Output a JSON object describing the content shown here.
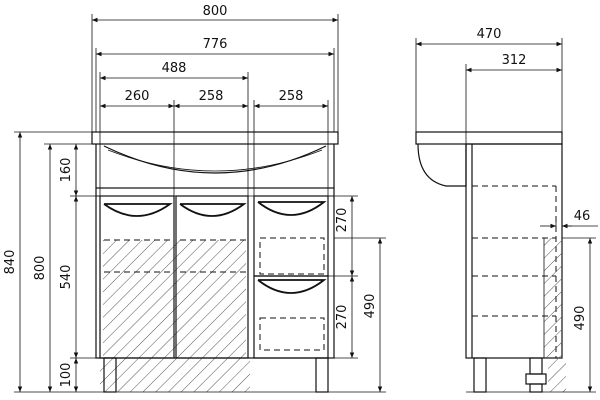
{
  "front_view": {
    "width_total": "800",
    "width_basin": "776",
    "width_doors": "488",
    "width_left_door": "260",
    "width_mid_door": "258",
    "width_right_drawers": "258",
    "height_total": "840",
    "height_body": "800",
    "height_top": "160",
    "height_doors": "540",
    "height_legs": "100",
    "height_upper_drawer": "270",
    "height_lower_drawer": "270",
    "height_floor_to_drawer": "490"
  },
  "side_view": {
    "depth_total": "470",
    "depth_body": "312",
    "offset_rear": "46",
    "height_floor_to_drawer": "490"
  }
}
